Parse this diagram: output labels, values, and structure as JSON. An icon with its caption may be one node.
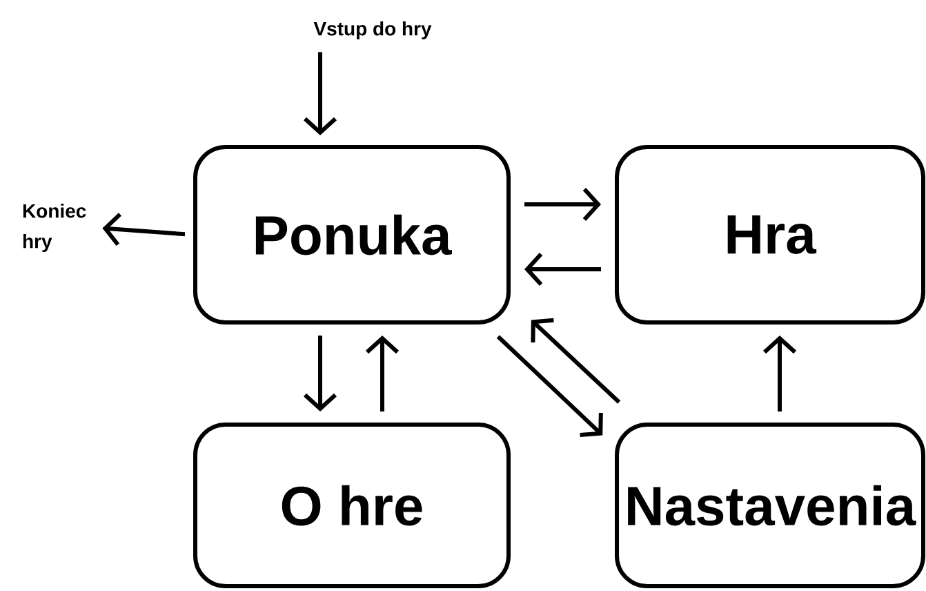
{
  "diagram": {
    "nodes": [
      {
        "text": [
          "Vstup do hry"
        ]
      },
      {
        "text": [
          "Ponuka"
        ]
      },
      {
        "text": [
          "Hra"
        ]
      },
      {
        "text": [
          "O hre"
        ]
      },
      {
        "text": [
          "Nastavenia"
        ]
      },
      {
        "text": [
          "Koniec hry"
        ]
      }
    ],
    "edges": [
      {
        "from": 0,
        "to": 1,
        "arrow": "to"
      },
      {
        "from": 1,
        "to": 5,
        "arrow": "to"
      },
      {
        "from": 1,
        "to": 2,
        "arrow": "to"
      },
      {
        "from": 2,
        "to": 1,
        "arrow": "to"
      },
      {
        "from": 1,
        "to": 3,
        "arrow": "to"
      },
      {
        "from": 3,
        "to": 1,
        "arrow": "to"
      },
      {
        "from": 1,
        "to": 4,
        "arrow": "to"
      },
      {
        "from": 4,
        "to": 1,
        "arrow": "to"
      },
      {
        "from": 4,
        "to": 2,
        "arrow": "to"
      }
    ]
  }
}
